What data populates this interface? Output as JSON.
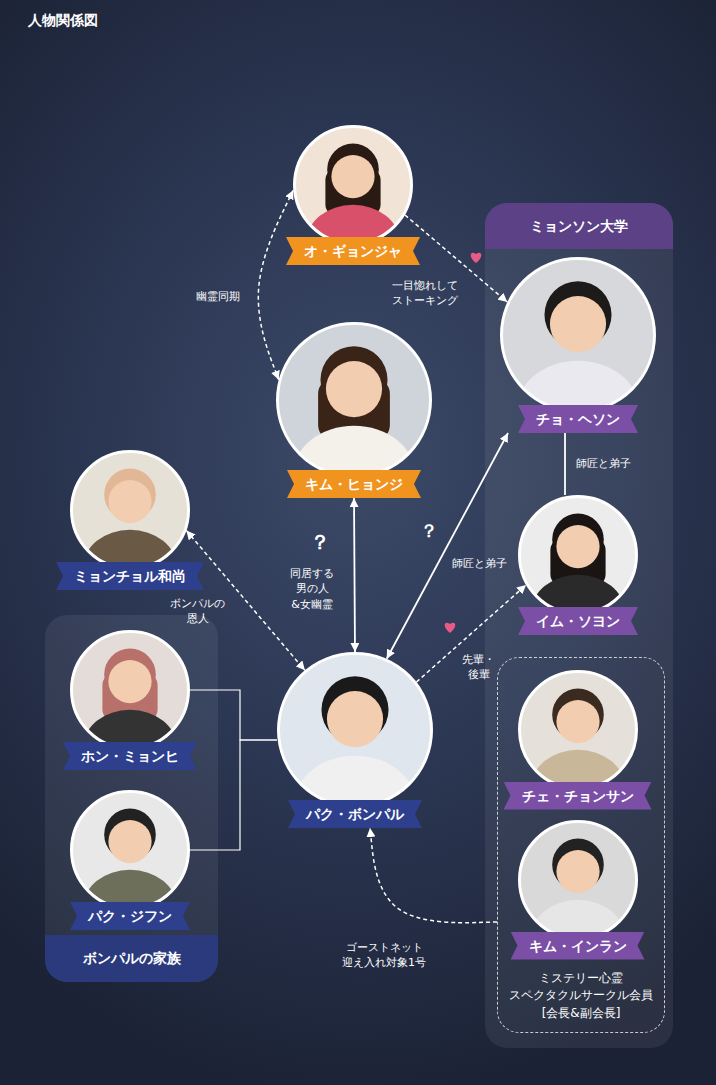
{
  "diagram": {
    "title": "人物関係図",
    "nodes": [
      {
        "text": [
          "オ・ギョンジャ"
        ]
      },
      {
        "text": [
          "ミョンソン大学"
        ]
      },
      {
        "text": [
          "チョ・ヘソン"
        ],
        "in": 1
      },
      {
        "text": [
          "キム・ヒョンジ"
        ]
      },
      {
        "text": [
          "ミョンチョル和尚"
        ]
      },
      {
        "text": [
          "イム・ソヨン"
        ],
        "in": 1
      },
      {
        "text": [
          "ボンパルの家族"
        ]
      },
      {
        "text": [
          "ホン・ミョンヒ"
        ],
        "in": 6
      },
      {
        "text": [
          "パク・ジフン"
        ],
        "in": 6
      },
      {
        "text": [
          "パク・ボンパル"
        ]
      },
      {
        "text": [
          "ミステリー心霊 スペクタクルサークル会員 [会長&副会長]"
        ],
        "in": 1
      },
      {
        "text": [
          "チェ・チョンサン"
        ],
        "in": 10
      },
      {
        "text": [
          "キム・インラン"
        ],
        "in": 10
      }
    ],
    "edges": [
      {
        "from": 0,
        "to": 3,
        "arrow": "both",
        "label": "幽霊同期"
      },
      {
        "from": 0,
        "to": 2,
        "arrow": "to",
        "label": "一目惚れして ストーキング"
      },
      {
        "from": 2,
        "to": 5,
        "arrow": "none",
        "label": "師匠と弟子"
      },
      {
        "from": 3,
        "to": 9,
        "arrow": "both",
        "label": "同居する 男の人 &女幽霊"
      },
      {
        "from": 9,
        "to": 2,
        "arrow": "both",
        "label": "師匠と弟子"
      },
      {
        "from": 4,
        "to": 9,
        "arrow": "both",
        "label": "ボンパルの 恩人"
      },
      {
        "from": 9,
        "to": 5,
        "arrow": "to",
        "label": "先輩・後輩"
      },
      {
        "from": 7,
        "to": 9,
        "arrow": "none"
      },
      {
        "from": 8,
        "to": 9,
        "arrow": "none"
      },
      {
        "from": 10,
        "to": 9,
        "arrow": "to",
        "label": "ゴーストネット 迎え入れ対象1号"
      }
    ],
    "labels": [
      "？",
      "？"
    ]
  }
}
